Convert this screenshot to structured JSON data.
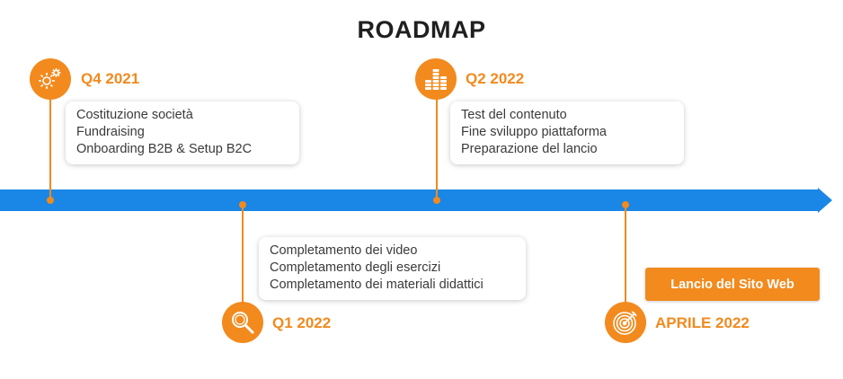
{
  "title": "ROADMAP",
  "colors": {
    "accent": "#f28a1e",
    "timeline": "#1a86e6",
    "text": "#3a3a3a"
  },
  "milestones": [
    {
      "label": "Q4 2021",
      "icon": "gears-icon",
      "items": [
        "Costituzione società",
        "Fundraising",
        "Onboarding B2B & Setup B2C"
      ]
    },
    {
      "label": "Q1 2022",
      "icon": "magnifier-icon",
      "items": [
        "Completamento dei video",
        "Completamento degli esercizi",
        "Completamento dei materiali didattici"
      ]
    },
    {
      "label": "Q2 2022",
      "icon": "coins-icon",
      "items": [
        "Test del contenuto",
        "Fine sviluppo piattaforma",
        "Preparazione del lancio"
      ]
    },
    {
      "label": "APRILE 2022",
      "icon": "target-icon",
      "button": "Lancio del Sito Web"
    }
  ]
}
